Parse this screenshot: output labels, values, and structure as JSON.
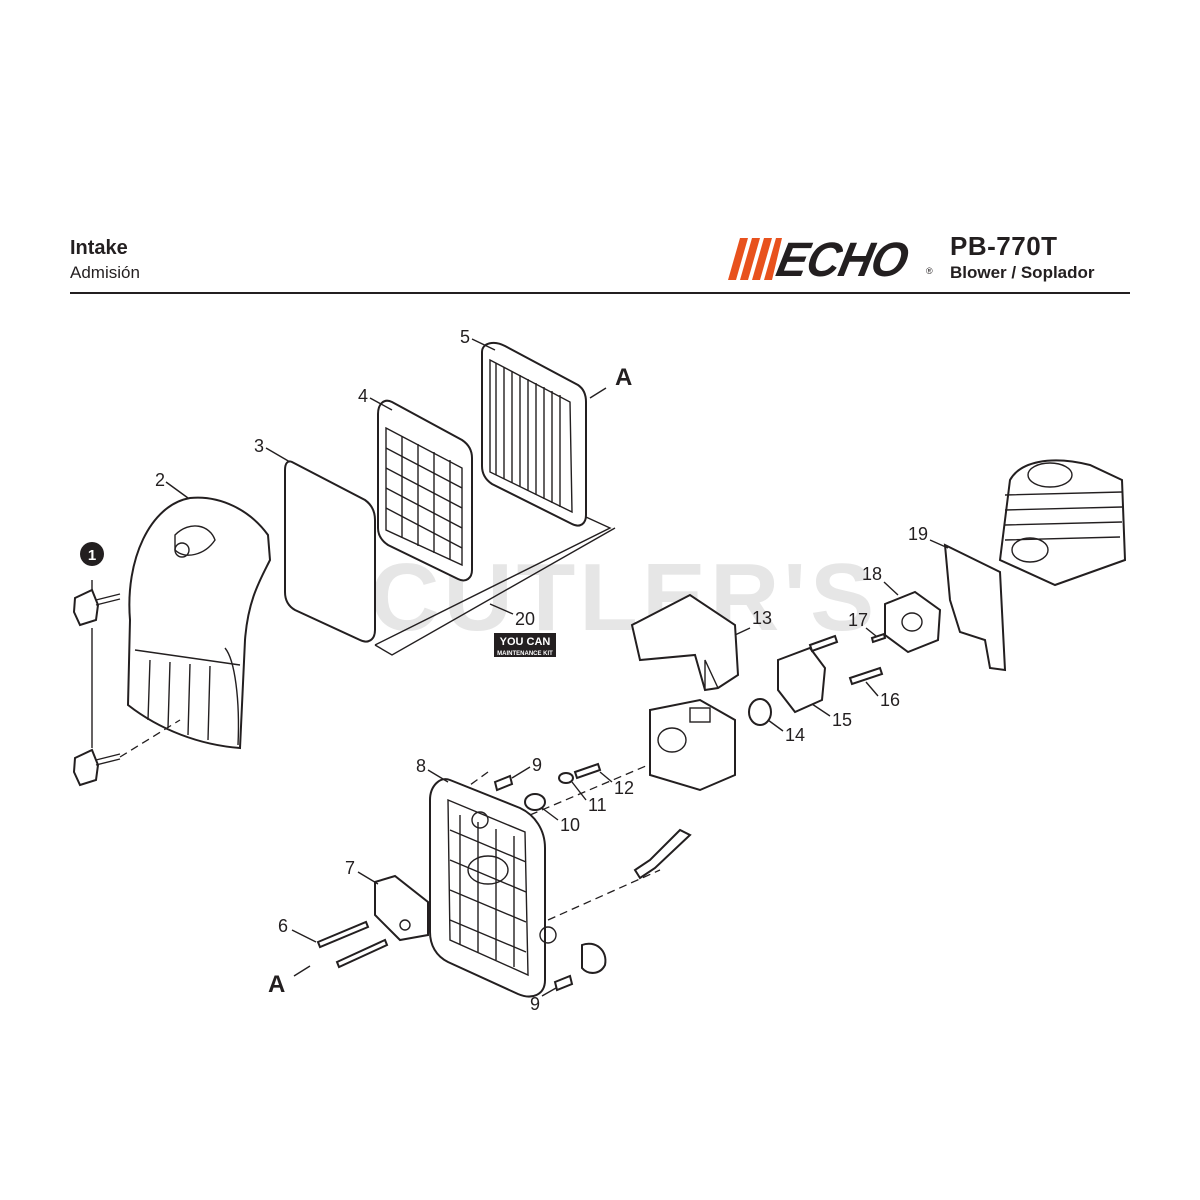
{
  "header": {
    "title": "Intake",
    "subtitle": "Admisión",
    "brand": "ECHO",
    "model": "PB-770T",
    "model_desc": "Blower / Soplador"
  },
  "watermark": "CUTLER'S",
  "kit_badge": {
    "line1": "YOU CAN",
    "line2": "MAINTENANCE KIT"
  },
  "callouts": {
    "c1": "1",
    "c2": "2",
    "c3": "3",
    "c4": "4",
    "c5": "5",
    "c6": "6",
    "c7": "7",
    "c8": "8",
    "c9a": "9",
    "c9b": "9",
    "c10": "10",
    "c11": "11",
    "c12": "12",
    "c13": "13",
    "c14": "14",
    "c15": "15",
    "c16": "16",
    "c17": "17",
    "c18": "18",
    "c19": "19",
    "c20": "20",
    "a_top": "A",
    "a_bottom": "A"
  },
  "colors": {
    "brand_orange": "#e8511d",
    "ink": "#231f20",
    "watermark": "#e6e6e6"
  }
}
